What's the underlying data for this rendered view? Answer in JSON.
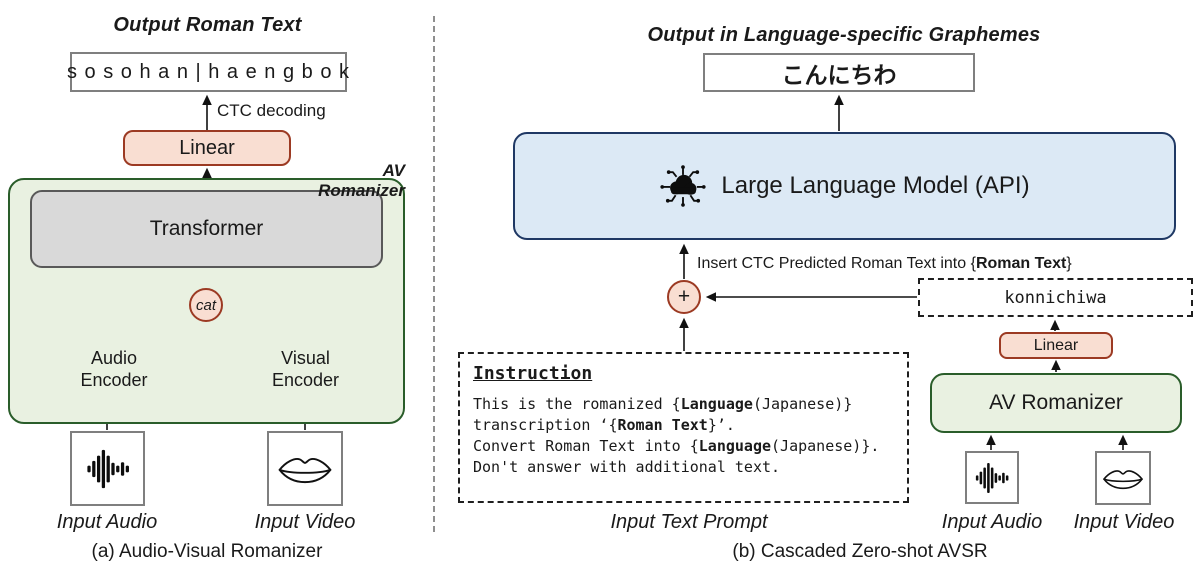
{
  "colors": {
    "salmon_fill": "#f9ded2",
    "salmon_border": "#9c3a23",
    "green_fill": "#e9f1e1",
    "green_border": "#2a5d2a",
    "gray_fill": "#d9d9d9",
    "gray_border": "#595959",
    "audio_fill": "#c9d6e4",
    "audio_border": "#2b2b2b",
    "visual_fill": "#f5ced4",
    "visual_border": "#8e3538",
    "blue_fill": "#dce9f5",
    "blue_border": "#1f3864",
    "white_box_border": "#7f7f7f",
    "ink": "#1a1a1a"
  },
  "panel_a": {
    "title": "Output Roman Text",
    "output_text": "s o s o h a n | h a e n g b o k",
    "ctc_label": "CTC decoding",
    "linear_label": "Linear",
    "container_label": "AV Romanizer",
    "transformer_label": "Transformer",
    "concat_label": "cat",
    "audio_encoder_lines": [
      "Audio",
      "Encoder"
    ],
    "visual_encoder_lines": [
      "Visual",
      "Encoder"
    ],
    "input_audio_label": "Input Audio",
    "input_video_label": "Input Video",
    "caption": "(a) Audio-Visual Romanizer"
  },
  "panel_b": {
    "title": "Output in Language-specific Graphemes",
    "output_text": "こんにちわ",
    "llm_label": "Large Language Model (API)",
    "insert_segments": [
      {
        "t": "Insert CTC Predicted Roman Text into {"
      },
      {
        "t": "Roman Text",
        "b": true
      },
      {
        "t": "}"
      }
    ],
    "plus_label": "+",
    "romanized_text": "konnichiwa",
    "linear_label": "Linear",
    "av_romanizer_label": "AV Romanizer",
    "instruction": {
      "title": "Instruction",
      "lines": [
        [
          {
            "t": "This is the romanized {"
          },
          {
            "t": "Language",
            "b": true
          },
          {
            "t": "(Japanese)}"
          }
        ],
        [
          {
            "t": "transcription ‘{"
          },
          {
            "t": "Roman Text",
            "b": true
          },
          {
            "t": "}’."
          }
        ],
        [
          {
            "t": "Convert Roman Text into {"
          },
          {
            "t": "Language",
            "b": true
          },
          {
            "t": "(Japanese)}."
          }
        ],
        [
          {
            "t": "Don't answer with additional text."
          }
        ]
      ]
    },
    "prompt_label": "Input Text Prompt",
    "input_audio_label": "Input Audio",
    "input_video_label": "Input Video",
    "caption": "(b) Cascaded Zero-shot AVSR"
  }
}
